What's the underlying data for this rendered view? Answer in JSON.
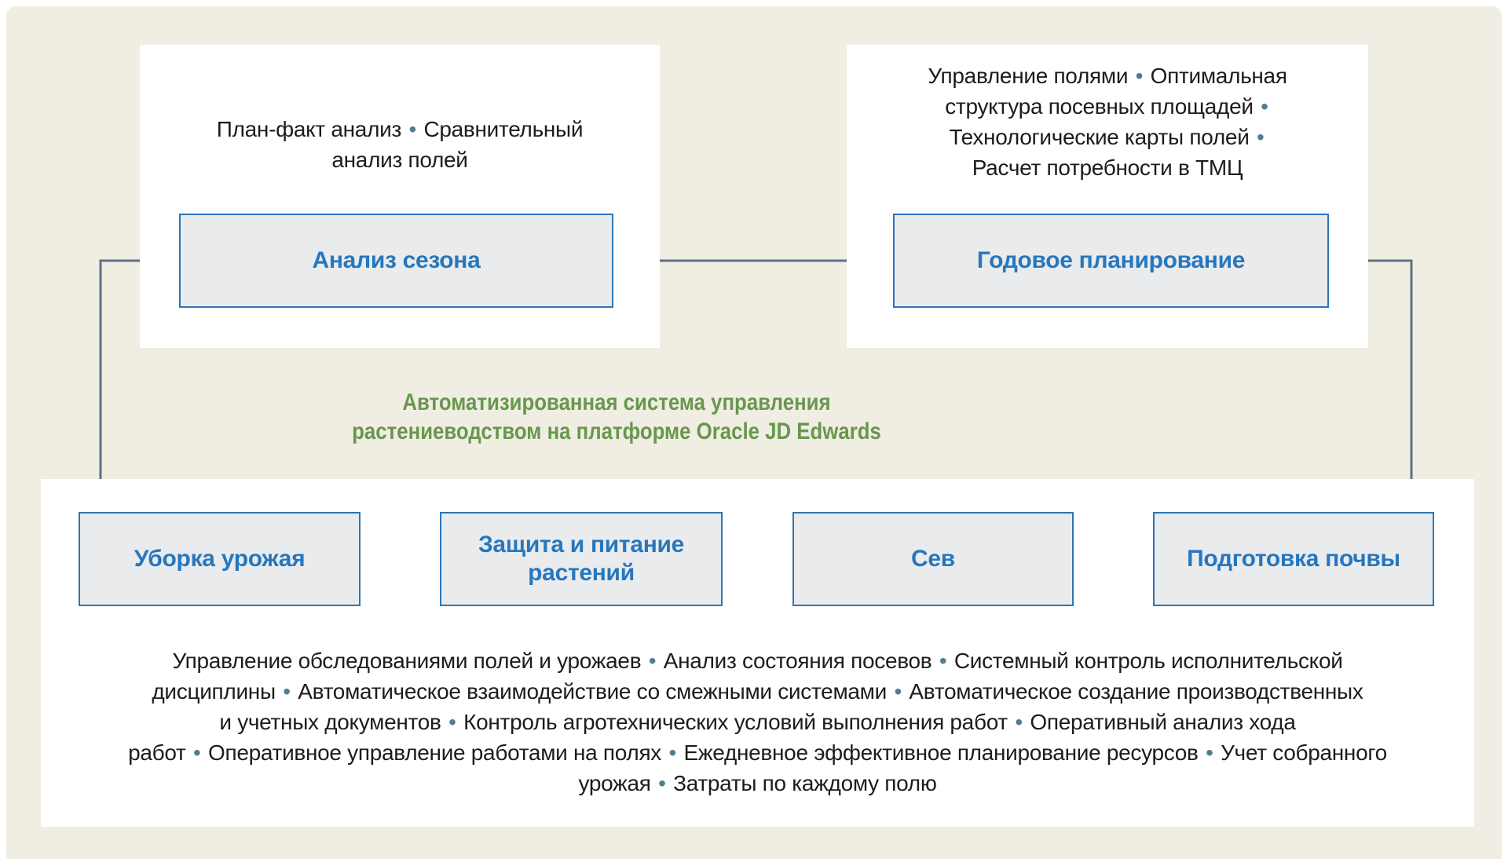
{
  "title": {
    "lines": [
      "Автоматизированная система управления",
      "растениеводством на платформе Oracle JD Edwards"
    ]
  },
  "season_card": {
    "annotation_lines": [
      "План-факт анализ • Сравнительный",
      "анализ полей"
    ],
    "box_label": "Анализ сезона"
  },
  "planning_card": {
    "annotation_lines": [
      "Управление полями • Оптимальная",
      "структура посевных площадей •",
      "Технологические карты полей •",
      "Расчет потребности в ТМЦ"
    ],
    "box_label": "Годовое планирование"
  },
  "operations_card": {
    "boxes": [
      "Уборка урожая",
      "Защита и питание растений",
      "Сев",
      "Подготовка почвы"
    ],
    "annotation_lines": [
      "Управление обследованиями полей и урожаев • Анализ состояния посевов • Системный контроль исполнительской",
      "дисциплины • Автоматическое взаимодействие со смежными системами • Автоматическое создание производственных",
      "и учетных документов • Контроль агротехнических условий выполнения работ • Оперативный анализ хода",
      "работ • Оперативное управление работами на полях • Ежедневное эффективное планирование ресурсов • Учет собранного",
      "урожая • Затраты по каждому полю"
    ]
  },
  "colors": {
    "background_beige": "#f0ede3",
    "card_white": "#ffffff",
    "node_fill": "#e9ebed",
    "node_border": "#2e75b6",
    "node_text": "#2677bd",
    "bullet": "#4e7e90",
    "title_green": "#68974e",
    "arrow": "#5b7283",
    "body_text": "#1c1c1c"
  }
}
